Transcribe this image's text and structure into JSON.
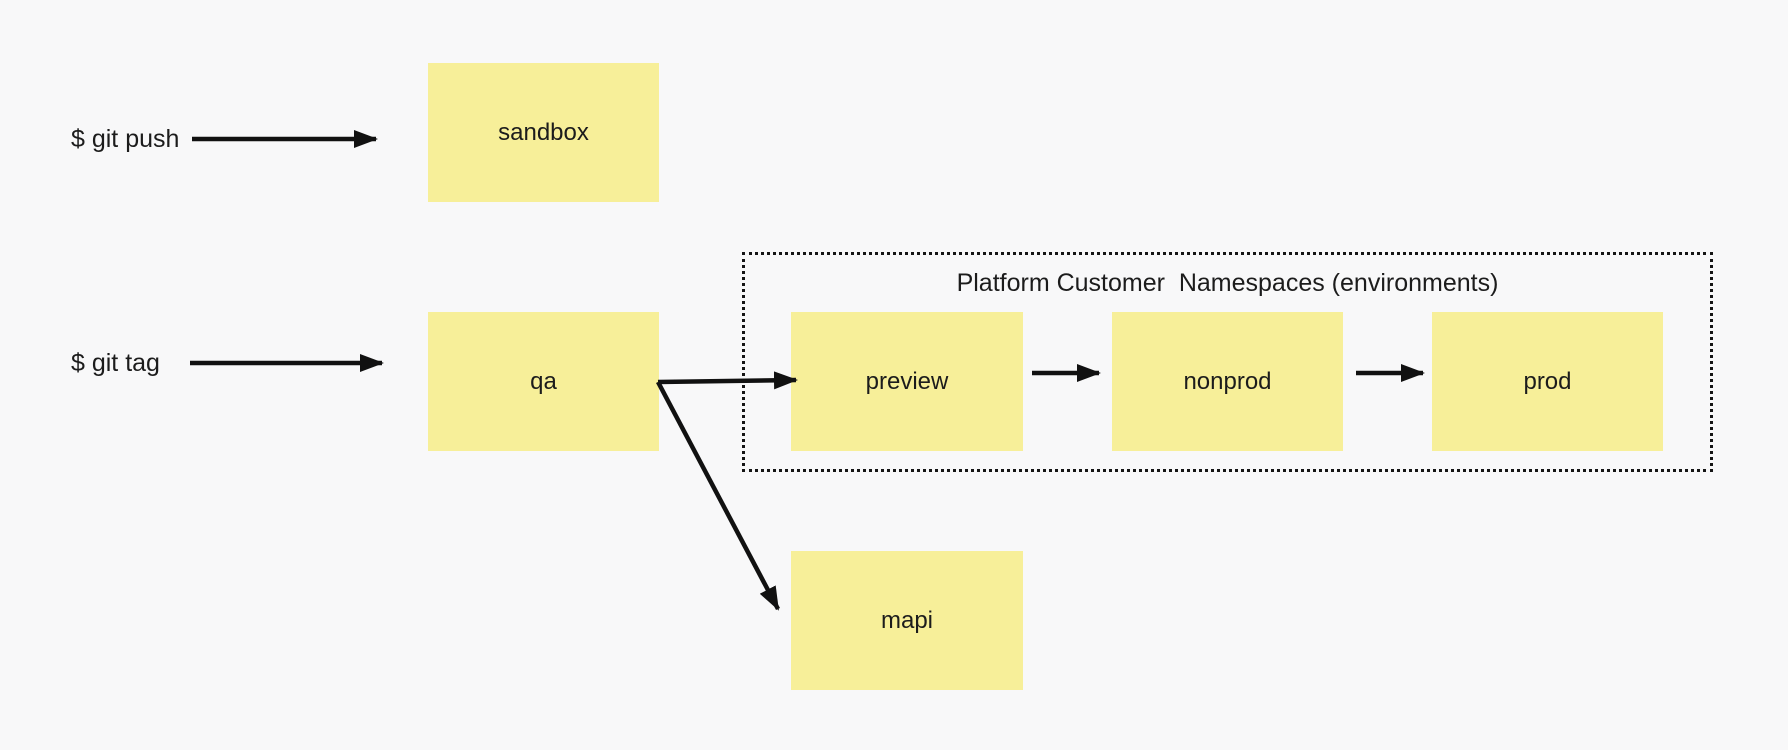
{
  "diagram": {
    "labels": {
      "git_push": "$ git push",
      "git_tag": "$ git tag"
    },
    "group": {
      "title": "Platform Customer  Namespaces (environments)"
    },
    "nodes": {
      "sandbox": {
        "label": "sandbox"
      },
      "qa": {
        "label": "qa"
      },
      "preview": {
        "label": "preview"
      },
      "nonprod": {
        "label": "nonprod"
      },
      "prod": {
        "label": "prod"
      },
      "mapi": {
        "label": "mapi"
      }
    },
    "edges": [
      {
        "from": "git push command",
        "to": "sandbox"
      },
      {
        "from": "git tag command",
        "to": "qa"
      },
      {
        "from": "qa",
        "to": "preview"
      },
      {
        "from": "qa",
        "to": "mapi"
      },
      {
        "from": "preview",
        "to": "nonprod"
      },
      {
        "from": "nonprod",
        "to": "prod"
      }
    ],
    "colors": {
      "background": "#f8f8f9",
      "node_fill": "#f7ef99",
      "text": "#1c1c1c",
      "arrow": "#111111",
      "group_border": "#151515"
    }
  }
}
